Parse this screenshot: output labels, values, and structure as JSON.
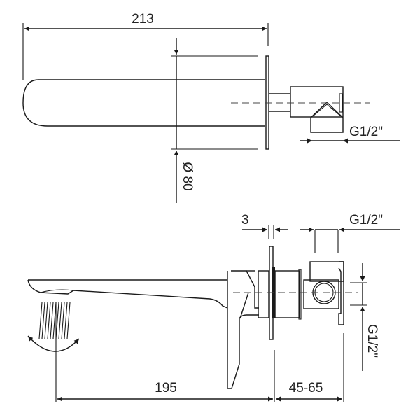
{
  "drawing": {
    "title": "Wall-mounted basin mixer technical drawing",
    "colors": {
      "line": "#1a1a1a",
      "background": "#ffffff",
      "text": "#222222"
    },
    "top_view": {
      "dimensions": {
        "overall_length": "213",
        "rosette_diameter": "Ø 80",
        "inlet_thread": "G1/2\""
      }
    },
    "side_view": {
      "dimensions": {
        "rosette_thickness": "3",
        "top_thread": "G1/2\"",
        "side_thread": "G1/2\"",
        "spout_projection": "195",
        "wall_depth_range": "45-65"
      }
    }
  }
}
